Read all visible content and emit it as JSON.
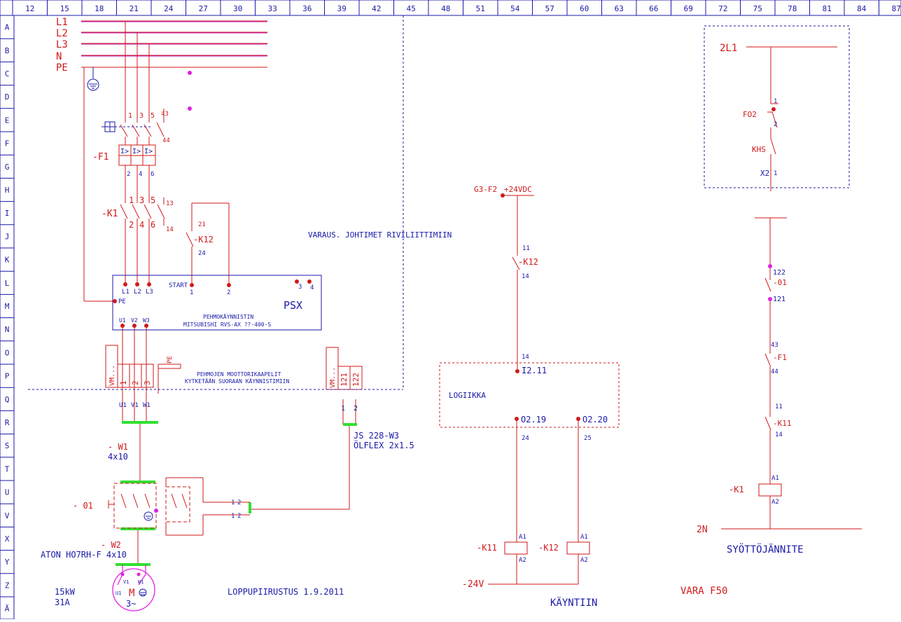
{
  "ruler": {
    "columns": [
      "12",
      "15",
      "18",
      "21",
      "24",
      "27",
      "30",
      "33",
      "36",
      "39",
      "42",
      "45",
      "48",
      "51",
      "54",
      "57",
      "60",
      "63",
      "66",
      "69",
      "72",
      "75",
      "78",
      "81",
      "84",
      "87"
    ],
    "rows": [
      "A",
      "B",
      "C",
      "D",
      "E",
      "F",
      "G",
      "H",
      "I",
      "J",
      "K",
      "L",
      "M",
      "N",
      "O",
      "P",
      "Q",
      "R",
      "S",
      "T",
      "U",
      "V",
      "X",
      "Y",
      "Z",
      "Ä"
    ]
  },
  "power": {
    "l1": "L1",
    "l2": "L2",
    "l3": "L3",
    "n": "N",
    "pe": "PE",
    "pin1": "1",
    "pin3": "3",
    "pin5": "5",
    "pin43": "43",
    "pin44": "44",
    "f1": "-F1",
    "trip": "I>",
    "pin2": "2",
    "pin4": "4",
    "pin6": "6",
    "k1": "-K1",
    "pin13": "13",
    "pin14": "14",
    "k12": "-K12",
    "k12_21": "21",
    "k12_24": "24"
  },
  "psx": {
    "name": "PSX",
    "l1": "L1",
    "l2": "L2",
    "l3": "L3",
    "pe": "PE",
    "start": "START",
    "t1": "1",
    "t2": "2",
    "t3": "3",
    "t4": "4",
    "title": "PEHMOKÄYNNISTIN",
    "model": "MITSUBISHI RVS-AX ??-400-S",
    "u1": "U1",
    "v2": "V2",
    "w3": "W3"
  },
  "terminals": {
    "vm1": "VM...",
    "a1": "1",
    "a2": "2",
    "a3": "3",
    "pe": "PE",
    "vm2": "VM...",
    "b1": "121",
    "b2": "122",
    "u1": "U1",
    "v1": "V1",
    "w1": "W1",
    "c1": "1",
    "c2": "2",
    "note1": "PEHMOJEN MOOTTORIKAAPELIT",
    "note2": "KYTKETÄÄN SUORAAN KÄYNNISTIMIIN"
  },
  "reserve": {
    "label": "VARAUS. JOHTIMET RIVILIITTIMIIN"
  },
  "cables": {
    "w1": "- W1",
    "w1_size": "4x10",
    "js": "JS 228-W3",
    "js_type": "ÖLFLEX 2x1.5",
    "switch": "- 01",
    "sw1": "1",
    "sw2": "2",
    "sw_b1": "1",
    "sw_b2": "2",
    "w2": "- W2",
    "w2_type": "ATON HO7RH-F 4x10"
  },
  "motor": {
    "m": "M",
    "phase": "3~",
    "u1": "U1",
    "v1": "V1",
    "w1": "W1",
    "power": "15kW",
    "current": "31A"
  },
  "footer": {
    "drawing": "LOPPUPIIRUSTUS 1.9.2011",
    "run": "KÄYNTIIN",
    "spare": "VARA F50",
    "supply": "SYÖTTÖJÄNNITE"
  },
  "logic": {
    "source": "G3-F2",
    "v24": "+24VDC",
    "k12": "-K12",
    "n11": "11",
    "n14": "14",
    "n14b": "14",
    "box": "LOGIIKKA",
    "i211": "I2.11",
    "o219": "O2.19",
    "o220": "O2.20",
    "n24": "24",
    "n25": "25",
    "k11c": "-K11",
    "k12c": "-K12",
    "a1": "A1",
    "a2": "A2",
    "a1b": "A1",
    "a2b": "A2",
    "minus": "-24V"
  },
  "control": {
    "l1": "2L1",
    "f02": "FO2",
    "f1": "1",
    "f2": "2",
    "khs": "KHS",
    "x2": "X2",
    "x2n": "1",
    "n122": "122",
    "s01": "-01",
    "n121": "121",
    "n43": "43",
    "f1c": "-F1",
    "n44": "44",
    "n11": "11",
    "k11": "-K11",
    "n14": "14",
    "a1": "A1",
    "k1": "-K1",
    "a2": "A2",
    "n2": "2N"
  }
}
